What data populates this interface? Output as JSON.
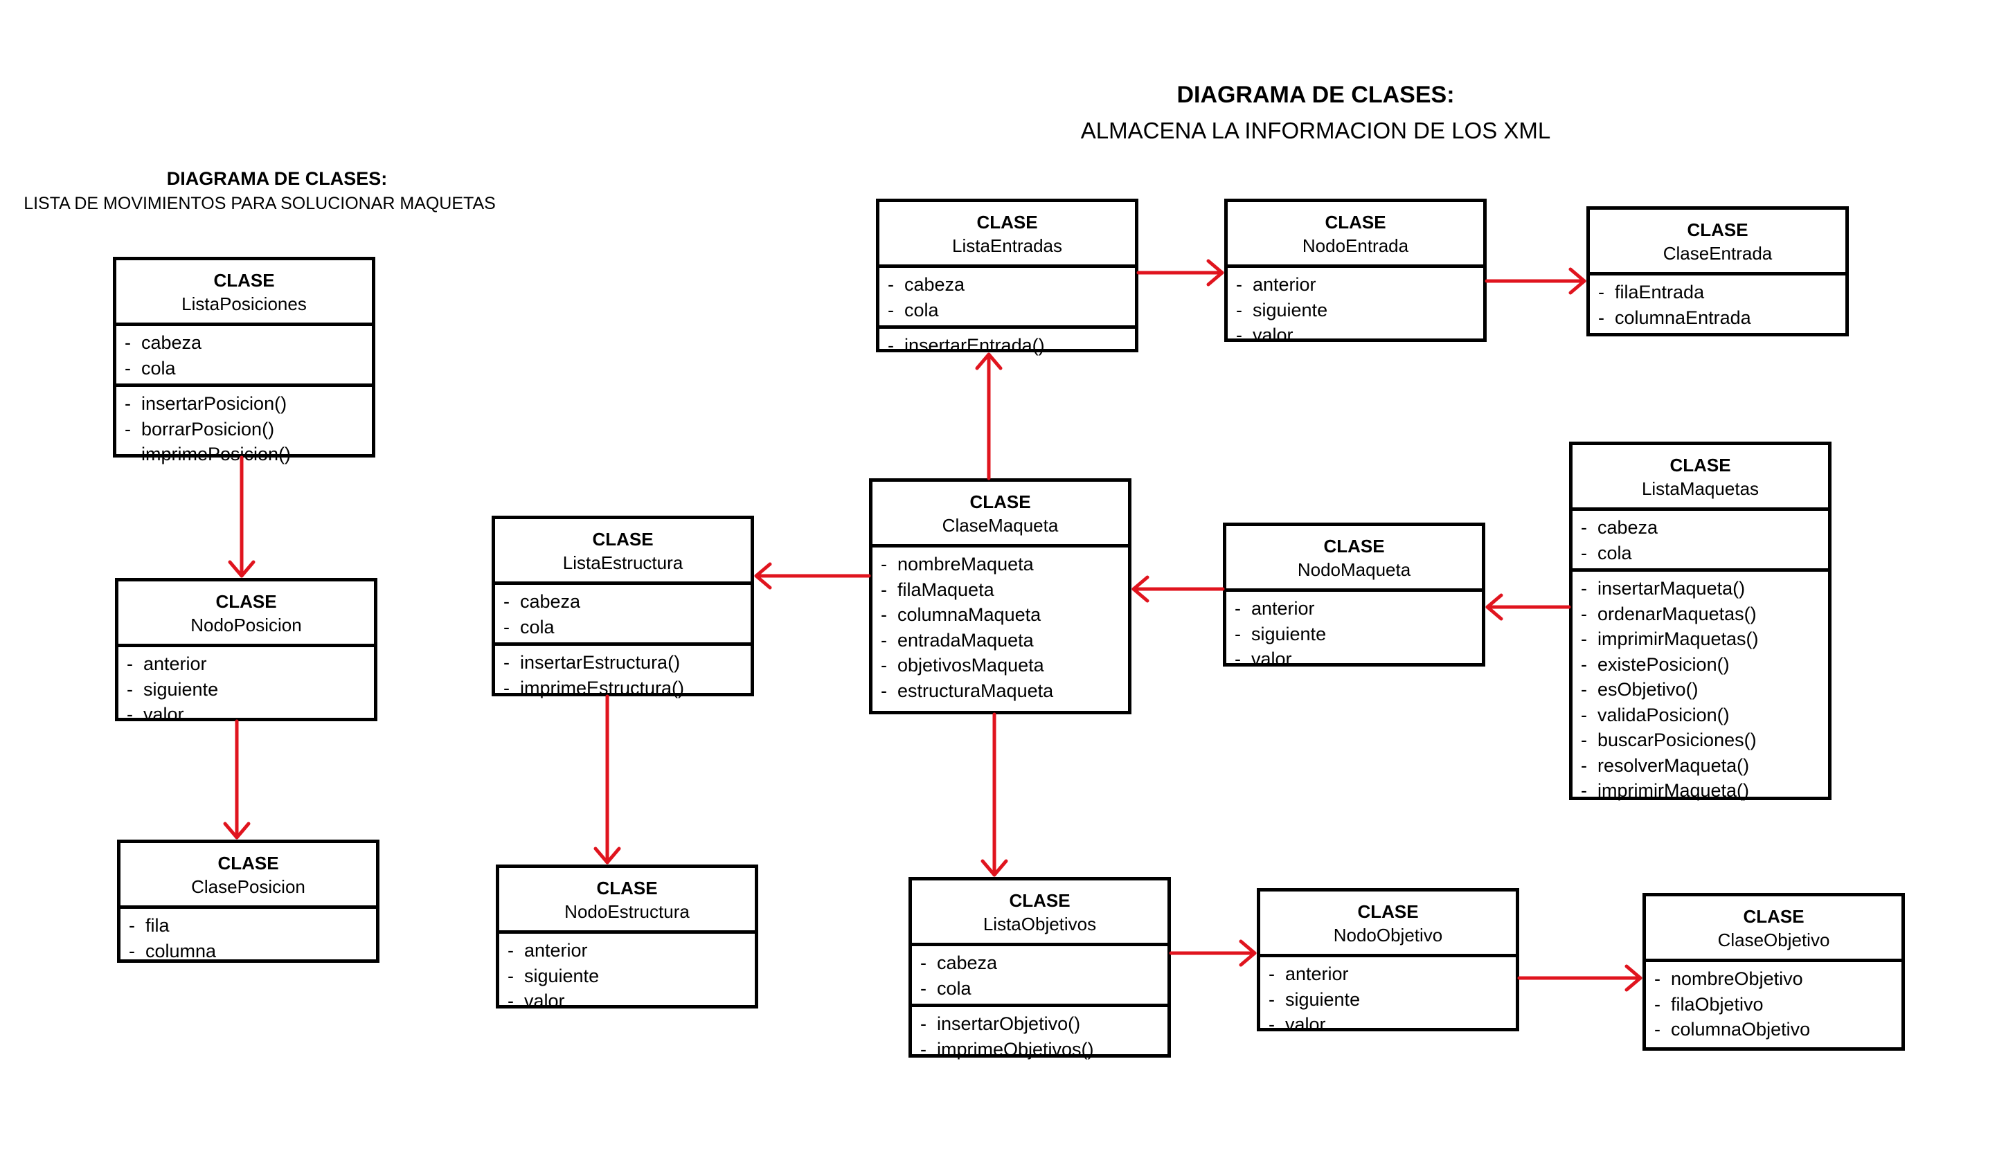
{
  "left_title": {
    "main": "DIAGRAMA DE CLASES:",
    "sub": "LISTA DE MOVIMIENTOS PARA SOLUCIONAR MAQUETAS"
  },
  "right_title": {
    "main": "DIAGRAMA DE CLASES:",
    "sub": "ALMACENA LA INFORMACION DE LOS XML"
  },
  "class_keyword": "CLASE",
  "bullet": "-",
  "arrow_color": "#e0141e",
  "classes": {
    "ListaPosiciones": {
      "name": "ListaPosiciones",
      "attrs": [
        "cabeza",
        "cola"
      ],
      "methods": [
        "insertarPosicion()",
        "borrarPosicion()",
        "imprimePosicion()"
      ]
    },
    "NodoPosicion": {
      "name": "NodoPosicion",
      "attrs": [
        "anterior",
        "siguiente",
        "valor"
      ]
    },
    "ClasePosicion": {
      "name": "ClasePosicion",
      "attrs": [
        "fila",
        "columna"
      ]
    },
    "ListaEstructura": {
      "name": "ListaEstructura",
      "attrs": [
        "cabeza",
        "cola"
      ],
      "methods": [
        "insertarEstructura()",
        "imprimeEstructura()"
      ]
    },
    "NodoEstructura": {
      "name": "NodoEstructura",
      "attrs": [
        "anterior",
        "siguiente",
        "valor"
      ]
    },
    "ListaEntradas": {
      "name": "ListaEntradas",
      "attrs": [
        "cabeza",
        "cola"
      ],
      "methods": [
        "insertarEntrada()"
      ]
    },
    "NodoEntrada": {
      "name": "NodoEntrada",
      "attrs": [
        "anterior",
        "siguiente",
        "valor"
      ]
    },
    "ClaseEntrada": {
      "name": "ClaseEntrada",
      "attrs": [
        "filaEntrada",
        "columnaEntrada"
      ]
    },
    "ClaseMaqueta": {
      "name": "ClaseMaqueta",
      "attrs": [
        "nombreMaqueta",
        "filaMaqueta",
        "columnaMaqueta",
        "entradaMaqueta",
        "objetivosMaqueta",
        "estructuraMaqueta"
      ]
    },
    "NodoMaqueta": {
      "name": "NodoMaqueta",
      "attrs": [
        "anterior",
        "siguiente",
        "valor"
      ]
    },
    "ListaMaquetas": {
      "name": "ListaMaquetas",
      "attrs": [
        "cabeza",
        "cola"
      ],
      "methods": [
        "insertarMaqueta()",
        "ordenarMaquetas()",
        "imprimirMaquetas()",
        "existePosicion()",
        "esObjetivo()",
        "validaPosicion()",
        "buscarPosiciones()",
        "resolverMaqueta()",
        "imprimirMaqueta()"
      ]
    },
    "ListaObjetivos": {
      "name": "ListaObjetivos",
      "attrs": [
        "cabeza",
        "cola"
      ],
      "methods": [
        "insertarObjetivo()",
        "imprimeObjetivos()"
      ]
    },
    "NodoObjetivo": {
      "name": "NodoObjetivo",
      "attrs": [
        "anterior",
        "siguiente",
        "valor"
      ]
    },
    "ClaseObjetivo": {
      "name": "ClaseObjetivo",
      "attrs": [
        "nombreObjetivo",
        "filaObjetivo",
        "columnaObjetivo"
      ]
    }
  },
  "relations": [
    {
      "from": "ListaPosiciones",
      "to": "NodoPosicion"
    },
    {
      "from": "NodoPosicion",
      "to": "ClasePosicion"
    },
    {
      "from": "ListaEstructura",
      "to": "NodoEstructura"
    },
    {
      "from": "ClaseMaqueta",
      "to": "ListaEstructura"
    },
    {
      "from": "ClaseMaqueta",
      "to": "ListaEntradas"
    },
    {
      "from": "ListaEntradas",
      "to": "NodoEntrada"
    },
    {
      "from": "NodoEntrada",
      "to": "ClaseEntrada"
    },
    {
      "from": "NodoMaqueta",
      "to": "ClaseMaqueta"
    },
    {
      "from": "ListaMaquetas",
      "to": "NodoMaqueta"
    },
    {
      "from": "ClaseMaqueta",
      "to": "ListaObjetivos"
    },
    {
      "from": "ListaObjetivos",
      "to": "NodoObjetivo"
    },
    {
      "from": "NodoObjetivo",
      "to": "ClaseObjetivo"
    }
  ]
}
